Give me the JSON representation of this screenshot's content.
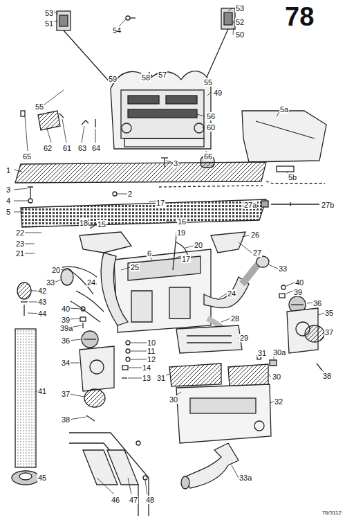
{
  "diagram": {
    "title": "78",
    "caption": "76/3112",
    "labels": [
      "53",
      "53",
      "52",
      "51",
      "54",
      "50",
      "55",
      "59",
      "58",
      "57",
      "55",
      "49",
      "56",
      "60",
      "65",
      "62",
      "61",
      "63",
      "64",
      "66",
      "5a",
      "3",
      "5b",
      "1",
      "27a",
      "27b",
      "3",
      "2",
      "4",
      "17",
      "5",
      "18",
      "15",
      "16",
      "22",
      "19",
      "26",
      "23",
      "21",
      "20",
      "17",
      "27",
      "20",
      "25",
      "6",
      "33",
      "42",
      "33",
      "24",
      "24",
      "40",
      "43",
      "39",
      "44",
      "40",
      "36",
      "39",
      "39a",
      "28",
      "35",
      "36",
      "10",
      "29",
      "37",
      "11",
      "34",
      "12",
      "31",
      "30a",
      "14",
      "13",
      "31",
      "30",
      "38",
      "41",
      "37",
      "30",
      "32",
      "38",
      "45",
      "33a",
      "46",
      "47",
      "48"
    ]
  }
}
